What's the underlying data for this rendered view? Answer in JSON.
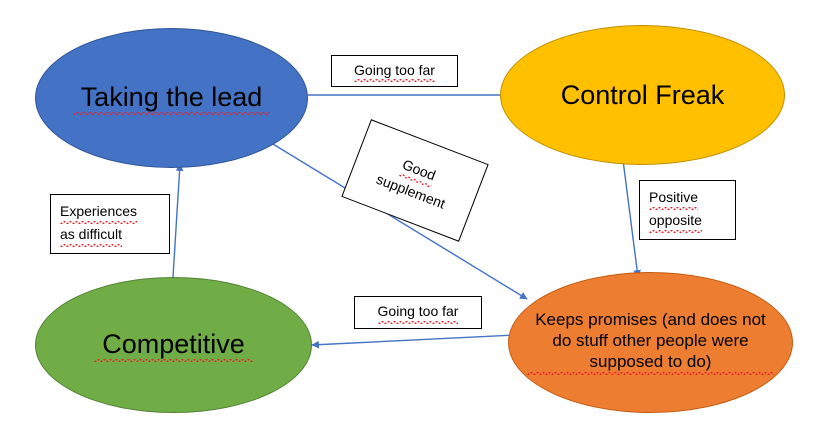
{
  "diagram": {
    "title": "Taking the lead / Control Freak behaviour loop",
    "background": "#ffffff",
    "line_color": "#4472C4",
    "nodes": [
      {
        "id": "taking-the-lead",
        "label": "Taking the lead",
        "fill": "#4472C4",
        "stroke": "#2F5597",
        "spellcheck_underline": true,
        "size": "big"
      },
      {
        "id": "control-freak",
        "label": "Control Freak",
        "fill": "#FFC000",
        "stroke": "#BF9000",
        "spellcheck_underline": false,
        "size": "big"
      },
      {
        "id": "competitive",
        "label": "Competitive",
        "fill": "#70AD47",
        "stroke": "#548235",
        "spellcheck_underline": true,
        "size": "big"
      },
      {
        "id": "keeps-promises",
        "label": "Keeps promises (and does not\ndo stuff other people were\nsupposed to do)",
        "fill": "#ED7D31",
        "stroke": "#C55A11",
        "spellcheck_underline": true,
        "size": "small"
      }
    ],
    "edges": [
      {
        "id": "lead-to-control-freak",
        "from": "taking-the-lead",
        "to": "control-freak",
        "label": "Going too far"
      },
      {
        "id": "lead-to-keeps-promises",
        "from": "taking-the-lead",
        "to": "keeps-promises",
        "label": "Good\nsupplement"
      },
      {
        "id": "control-freak-to-keeps-promises",
        "from": "control-freak",
        "to": "keeps-promises",
        "label": "Positive\nopposite"
      },
      {
        "id": "keeps-promises-to-competitive",
        "from": "keeps-promises",
        "to": "competitive",
        "label": "Going too far"
      },
      {
        "id": "competitive-to-lead",
        "from": "competitive",
        "to": "taking-the-lead",
        "label": "Experiences\nas difficult"
      }
    ],
    "labels": {
      "going_too_far_top": "Going too far",
      "good_supplement_line1": "Good",
      "good_supplement_line2": "supplement",
      "positive_line1": "Positive",
      "positive_line2": "opposite",
      "experiences_line1": "Experiences",
      "experiences_line2": "as difficult",
      "going_too_far_bottom": "Going too far"
    }
  }
}
